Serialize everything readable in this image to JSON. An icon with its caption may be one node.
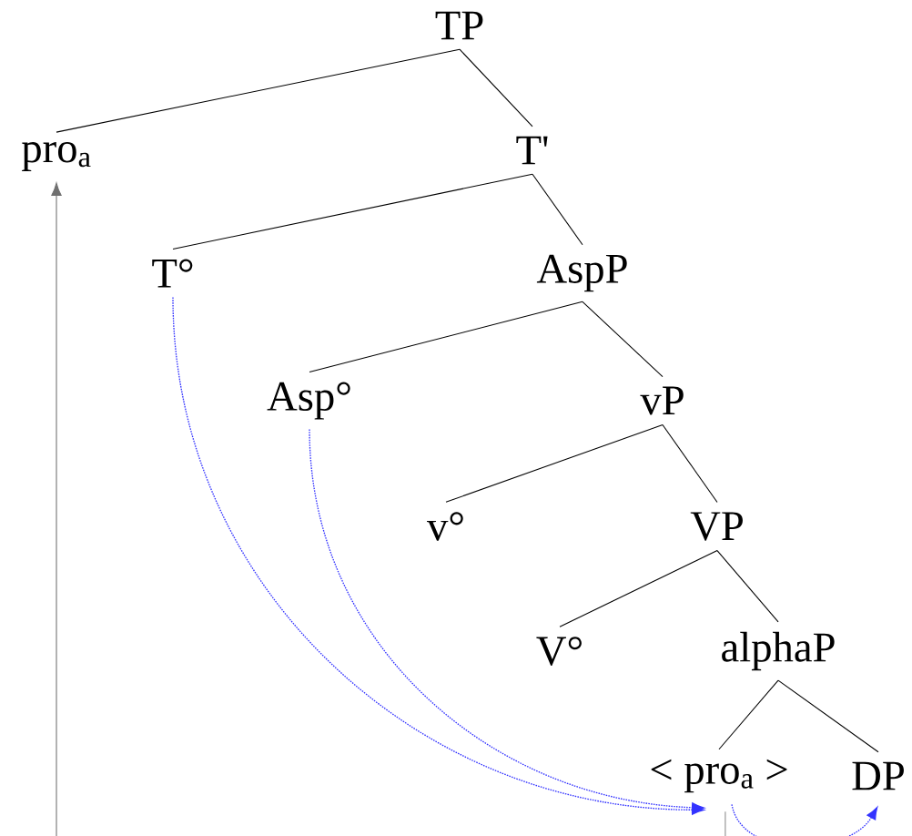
{
  "diagram": {
    "nodes": [
      {
        "text": [
          "TP"
        ]
      },
      {
        "text": [
          "pro$_{a}$"
        ]
      },
      {
        "text": [
          "T'"
        ]
      },
      {
        "text": [
          "T°"
        ]
      },
      {
        "text": [
          "AspP"
        ]
      },
      {
        "text": [
          "Asp°"
        ]
      },
      {
        "text": [
          "vP"
        ]
      },
      {
        "text": [
          "v°"
        ]
      },
      {
        "text": [
          "VP"
        ]
      },
      {
        "text": [
          "V°"
        ]
      },
      {
        "text": [
          "alphaP"
        ]
      },
      {
        "text": [
          "< pro$_{a}$ >"
        ]
      },
      {
        "text": [
          "DP"
        ]
      }
    ],
    "edges": [
      {
        "from": 0,
        "to": 1,
        "arrow": "none"
      },
      {
        "from": 0,
        "to": 2,
        "arrow": "none"
      },
      {
        "from": 2,
        "to": 3,
        "arrow": "none"
      },
      {
        "from": 2,
        "to": 4,
        "arrow": "none"
      },
      {
        "from": 4,
        "to": 5,
        "arrow": "none"
      },
      {
        "from": 4,
        "to": 6,
        "arrow": "none"
      },
      {
        "from": 6,
        "to": 7,
        "arrow": "none"
      },
      {
        "from": 6,
        "to": 8,
        "arrow": "none"
      },
      {
        "from": 8,
        "to": 9,
        "arrow": "none"
      },
      {
        "from": 8,
        "to": 10,
        "arrow": "none"
      },
      {
        "from": 10,
        "to": 11,
        "arrow": "none"
      },
      {
        "from": 10,
        "to": 12,
        "arrow": "none"
      },
      {
        "from": 3,
        "to": 11,
        "arrow": "to",
        "style": "dashed",
        "color": "#3333ff"
      },
      {
        "from": 5,
        "to": 11,
        "arrow": "to",
        "style": "dashed",
        "color": "#3333ff"
      },
      {
        "from": 11,
        "to": 12,
        "arrow": "to",
        "style": "dashed",
        "color": "#3333ff"
      },
      {
        "from": 11,
        "to": 1,
        "arrow": "to",
        "color": "#707070"
      }
    ]
  }
}
